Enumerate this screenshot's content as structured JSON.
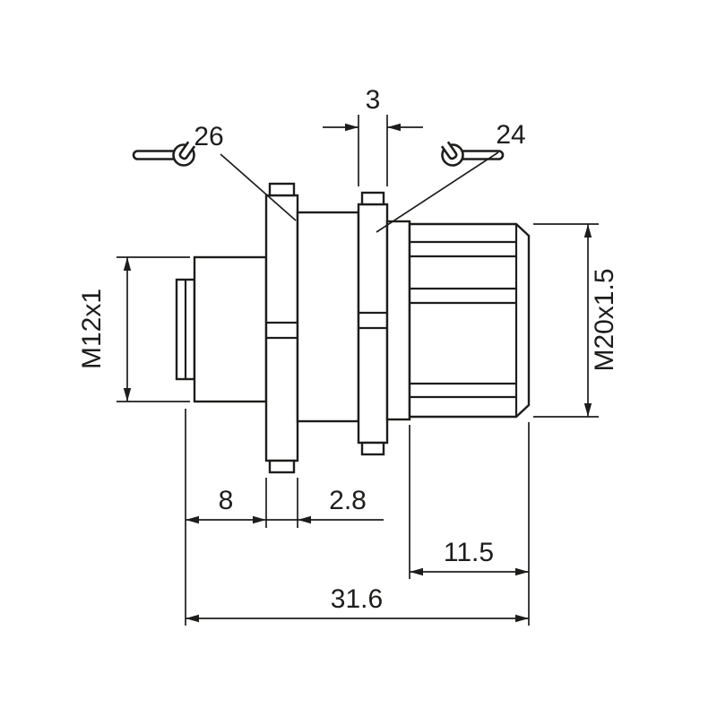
{
  "drawing": {
    "title": "connector-dimension-drawing",
    "labels": {
      "wrench_left": "26",
      "wrench_right": "24",
      "dim_top": "3",
      "thread_left": "M12x1",
      "thread_right": "M20x1.5",
      "dim_body": "8",
      "dim_flange": "2.8",
      "dim_thread": "11.5",
      "dim_overall": "31.6"
    },
    "icons": {
      "left": "open-end-wrench-icon",
      "right": "open-end-wrench-icon"
    },
    "colors": {
      "line": "#1d1d1b",
      "background": "#ffffff"
    }
  }
}
